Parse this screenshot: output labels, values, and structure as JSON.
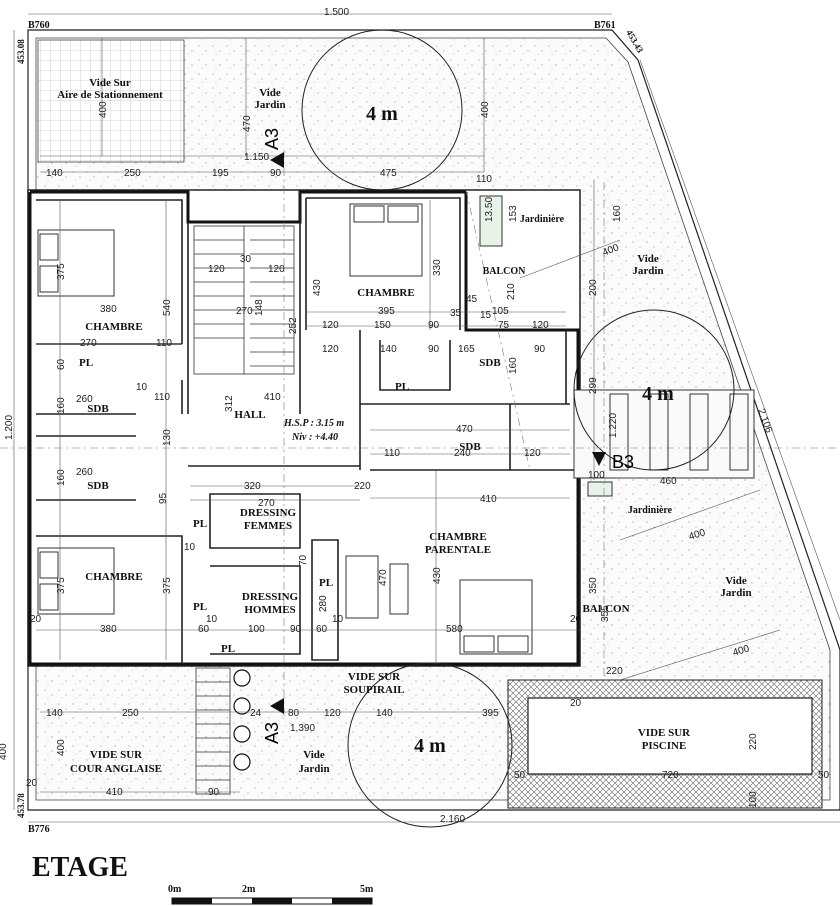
{
  "title": "ETAGE",
  "markers": {
    "corners": [
      "B760",
      "B761",
      "B776"
    ],
    "left_top": "453.08",
    "right_top": "453.43",
    "left_bottom": "453.78",
    "section_a": "A3",
    "section_b": "B3"
  },
  "rooms": {
    "vide_stationnement": [
      "Vide Sur",
      "Aire de Stationnement"
    ],
    "vide_jardin": [
      "Vide",
      "Jardin"
    ],
    "circle_4m": "4 m",
    "chambre": "CHAMBRE",
    "chambre_parentale": [
      "CHAMBRE",
      "PARENTALE"
    ],
    "hall": "HALL",
    "hsp": "H.S.P : 3.15 m",
    "niv": "Niv : +4.40",
    "sdb": "SDB",
    "pl": "PL",
    "balcon": "BALCON",
    "jardiniere": "Jardinière",
    "dressing_femmes": [
      "DRESSING",
      "FEMMES"
    ],
    "dressing_hommes": [
      "DRESSING",
      "HOMMES"
    ],
    "vide_soupirail": [
      "VIDE SUR",
      "SOUPIRAIL"
    ],
    "vide_cour": [
      "VIDE SUR",
      "COUR ANGLAISE"
    ],
    "vide_piscine": [
      "VIDE SUR",
      "PISCINE"
    ]
  },
  "dims": {
    "top_total": "1.500",
    "bottom_total": "2.160",
    "diag": "2.106",
    "left_total": "1.200",
    "upper_span": "1.150",
    "lower_span": "1.390",
    "d140": "140",
    "d250": "250",
    "d195": "195",
    "d90": "90",
    "d475": "475",
    "d400": "400",
    "d470": "470",
    "d110": "110",
    "d120": "120",
    "d30": "30",
    "d375": "375",
    "d380": "380",
    "d540": "540",
    "d270": "270",
    "d60": "60",
    "d10": "10",
    "d260": "260",
    "d160": "160",
    "d130": "130",
    "d312": "312",
    "d410": "410",
    "d395": "395",
    "d330": "330",
    "d430": "430",
    "d150": "150",
    "d105": "105",
    "d75": "75",
    "d165": "165",
    "d45": "45",
    "d35": "35",
    "d15": "15",
    "d210": "210",
    "d200": "200",
    "d299": "299",
    "d1220": "1.220",
    "d240": "240",
    "d320": "320",
    "d220": "220",
    "d100": "100",
    "d460": "460",
    "d355": "355",
    "d350": "350",
    "d580": "580",
    "d280": "280",
    "d70": "70",
    "d20": "20",
    "d720": "720",
    "d50": "50",
    "d80": "80",
    "d24": "24",
    "d153": "153",
    "d1350": "13.50",
    "d252": "252",
    "d148": "148",
    "d95": "95"
  },
  "scale": {
    "s0": "0m",
    "s2": "2m",
    "s5": "5m"
  }
}
